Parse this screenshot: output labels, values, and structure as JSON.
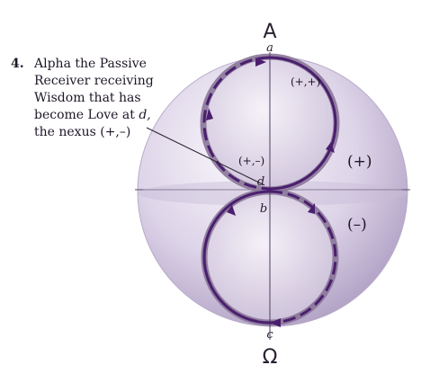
{
  "caption": {
    "number": "4.",
    "lines": [
      "Alpha the Passive",
      "Receiver receiving",
      "Wisdom that has",
      "become Love at",
      "the nexus (+,–)"
    ],
    "line4_var": "d,"
  },
  "letters": {
    "alpha": "A",
    "omega": "Ω",
    "a": "a",
    "b": "b",
    "c": "c",
    "d": "d"
  },
  "labels": {
    "upper_quadrant": "(+,+)",
    "nexus": "(+,–)",
    "upper_half": "(+)",
    "lower_half": "(–)"
  },
  "colors": {
    "sphere_light": "#f3eef8",
    "sphere_mid": "#d6cce3",
    "sphere_dark": "#b2a3c6",
    "circle_band": "#8a7799",
    "path": "#4a1e6e"
  }
}
